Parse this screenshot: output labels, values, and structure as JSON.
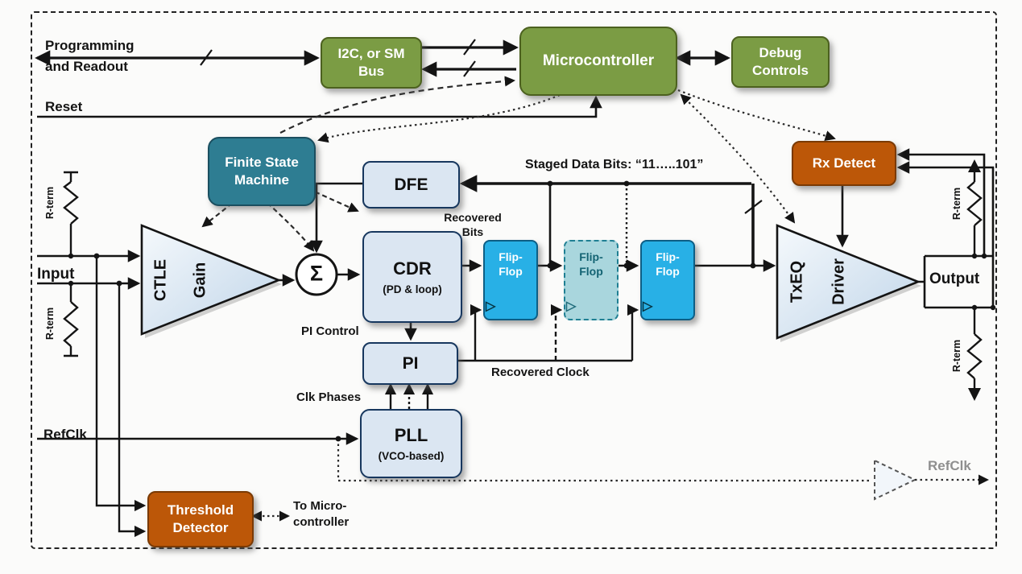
{
  "palette": {
    "green": "#7b9c44",
    "green_border": "#4c611f",
    "teal": "#2e7d92",
    "orange": "#bc5708",
    "light_blue": "#dbe6f2",
    "light_blue_border": "#17375e",
    "cyan": "#28b0e6",
    "wire": "#141414",
    "refclk_gray": "#8f8f8f"
  },
  "blocks": {
    "i2c_bus": {
      "label": "I2C, or SM\nBus"
    },
    "microcontroller": {
      "label": "Microcontroller"
    },
    "debug_controls": {
      "label": "Debug\nControls"
    },
    "fsm": {
      "label": "Finite State\nMachine"
    },
    "dfe": {
      "label": "DFE"
    },
    "rx_detect": {
      "label": "Rx Detect"
    },
    "cdr": {
      "title": "CDR",
      "subtitle": "(PD & loop)"
    },
    "pi": {
      "label": "PI"
    },
    "pll": {
      "title": "PLL",
      "subtitle": "(VCO-based)"
    },
    "flip_flop_1": {
      "label": "Flip-\nFlop"
    },
    "flip_flop_2": {
      "label": "Flip-\nFlop"
    },
    "flip_flop_3": {
      "label": "Flip-\nFlop"
    },
    "threshold_detector": {
      "label": "Threshold\nDetector"
    },
    "ctle": {
      "label": "CTLE"
    },
    "gain": {
      "label": "Gain"
    },
    "txeq": {
      "label": "TxEQ"
    },
    "driver": {
      "label": "Driver"
    }
  },
  "labels": {
    "programming": "Programming\nand Readout",
    "reset": "Reset",
    "input": "Input",
    "output": "Output",
    "staged_bits": "Staged Data Bits: “11…..101”",
    "recovered_bits": "Recovered\nBits",
    "recovered_clock": "Recovered Clock",
    "pi_control": "PI Control",
    "clk_phases": "Clk Phases",
    "refclk_left": "RefClk",
    "refclk_right": "RefClk",
    "to_micro": "To Micro-\ncontroller",
    "rterm": "R-term"
  },
  "symbols": {
    "sigma": "Σ",
    "clock_pin": "▷"
  }
}
